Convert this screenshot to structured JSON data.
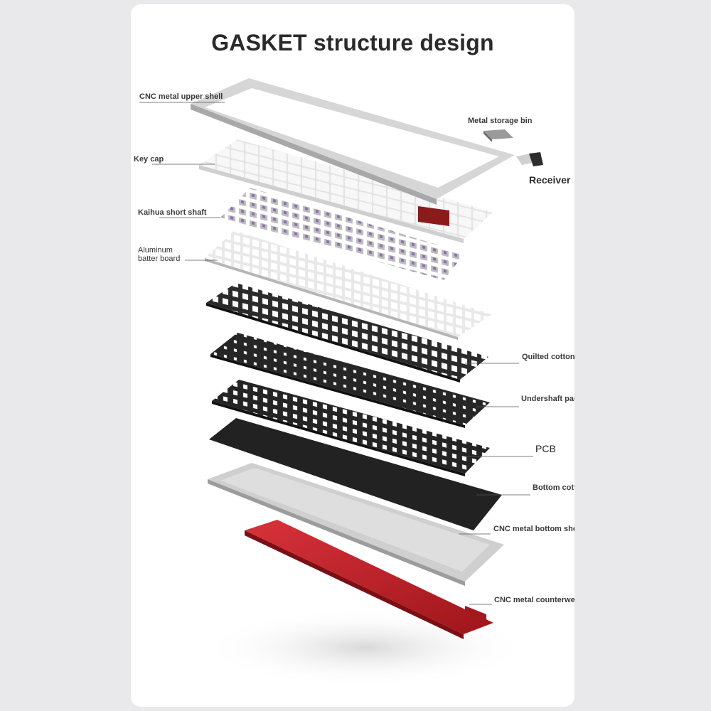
{
  "title": "GASKET structure design",
  "labels": {
    "upper_shell": "CNC metal upper shell",
    "storage_bin": "Metal storage bin",
    "key_cap": "Key cap",
    "receiver": "Receiver",
    "switch": "Kaihua short shaft",
    "plate_line1": "Aluminum",
    "plate_line2": "batter board",
    "quilted_cotton": "Quilted cotton",
    "undershaft_pad": "Undershaft pad",
    "pcb": "PCB",
    "bottom_cotton": "Bottom cotton",
    "bottom_shell": "CNC metal bottom shell",
    "counterweight": "CNC metal counterweight"
  },
  "colors": {
    "frame": "#d9d9d9",
    "keycap": "#f2f2f2",
    "accent_key": "#8b1a1a",
    "switch_stem": "#8a6fb0",
    "plate": "#e6e6e6",
    "foam": "#262626",
    "bottom_shell": "#c9c9c9",
    "counterweight": "#c0252a"
  }
}
